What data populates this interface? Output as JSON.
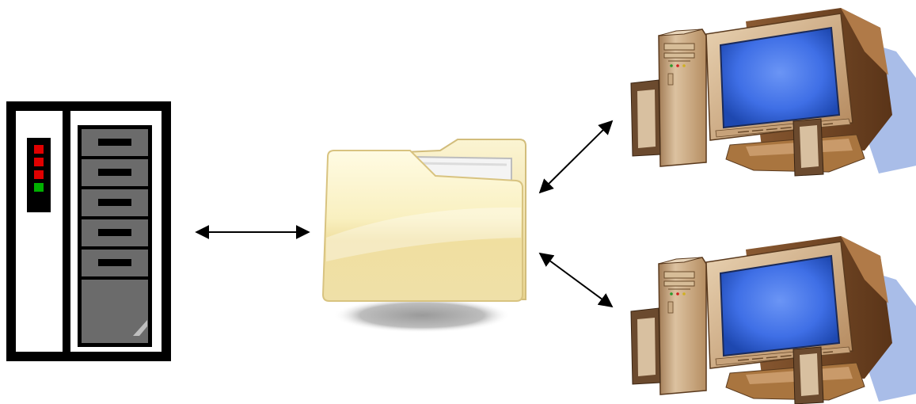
{
  "diagram": {
    "nodes": [
      {
        "id": "server",
        "icon": "server-rack-icon"
      },
      {
        "id": "shared-folder",
        "icon": "folder-icon"
      },
      {
        "id": "computer-top",
        "icon": "desktop-computer-icon"
      },
      {
        "id": "computer-bottom",
        "icon": "desktop-computer-icon"
      }
    ],
    "connections": [
      {
        "from": "server",
        "to": "shared-folder",
        "direction": "bidirectional"
      },
      {
        "from": "shared-folder",
        "to": "computer-top",
        "direction": "bidirectional"
      },
      {
        "from": "shared-folder",
        "to": "computer-bottom",
        "direction": "bidirectional"
      }
    ],
    "server_lights": [
      "#e00000",
      "#e00000",
      "#e00000",
      "#00b000"
    ],
    "colors": {
      "folder": "#f6edb8",
      "monitor_screen": "#3b6ee8",
      "computer_case": "#c4a07a",
      "arrow": "#000000"
    }
  }
}
